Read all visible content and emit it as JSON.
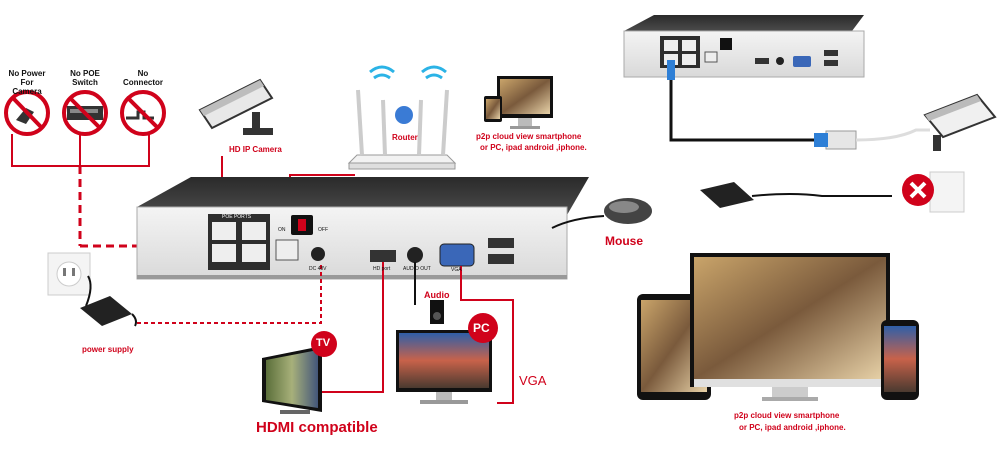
{
  "no_icons": {
    "camera": "No Power\nFor Camera",
    "poe": "No POE\nSwitch",
    "connector": "No\nConnector"
  },
  "labels": {
    "hd_camera": "HD IP Camera",
    "router": "Router",
    "p2p_top": "p2p cloud  view smartphone",
    "p2p_top2": "or PC, ipad android ,iphone.",
    "mouse": "Mouse",
    "audio": "Audio",
    "power_supply": "power supply",
    "tv_badge": "TV",
    "pc_badge": "PC",
    "hdmi": "HDMI compatible",
    "vga": "VGA",
    "p2p_bottom": "p2p cloud  view smartphone",
    "p2p_bottom2": "or PC, ipad android ,iphone."
  },
  "nvr_panel": {
    "poe_ports": "POE PORTS",
    "on": "ON",
    "off": "OFF",
    "dc": "DC 48V",
    "hd_port": "HD port",
    "audio_out": "AUDIO OUT",
    "vga_port": "VGA"
  },
  "colors": {
    "accent": "#d0021b",
    "nvr_top": "#3c3c3c",
    "nvr_face": "#e9e9e9",
    "cable": "#111111",
    "blue_port": "#2e7fd6"
  },
  "icons": [
    "no-power-icon",
    "no-poe-switch-icon",
    "no-connector-icon",
    "ip-camera-icon",
    "router-icon",
    "computer-icon",
    "mouse-icon",
    "speaker-icon",
    "tv-icon",
    "pc-monitor-icon",
    "wall-outlet-icon",
    "power-adapter-icon",
    "tablet-icon",
    "smartphone-icon",
    "forbidden-icon"
  ]
}
